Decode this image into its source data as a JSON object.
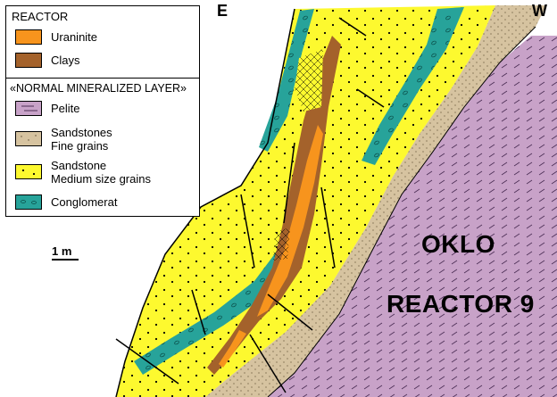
{
  "legend": {
    "reactor_heading": "REACTOR",
    "normal_heading": "«NORMAL MINERALIZED LAYER»",
    "reactor_items": [
      {
        "label": "Uraninite",
        "color": "#f7941d"
      },
      {
        "label": "Clays",
        "color": "#a4622b"
      }
    ],
    "normal_items": [
      {
        "label": "Pelite",
        "color": "#c8a2c8"
      },
      {
        "label_line1": "Sandstones",
        "label_line2": "Fine grains",
        "color": "#d6c3a0"
      },
      {
        "label_line1": "Sandstone",
        "label_line2": "Medium size grains",
        "color": "#fdf92f"
      },
      {
        "label": "Conglomerat",
        "color": "#27a39a"
      }
    ]
  },
  "orientation": {
    "east": "E",
    "west": "W"
  },
  "scale_label": "1 m",
  "title_line1": "OKLO",
  "title_line2": "REACTOR 9"
}
